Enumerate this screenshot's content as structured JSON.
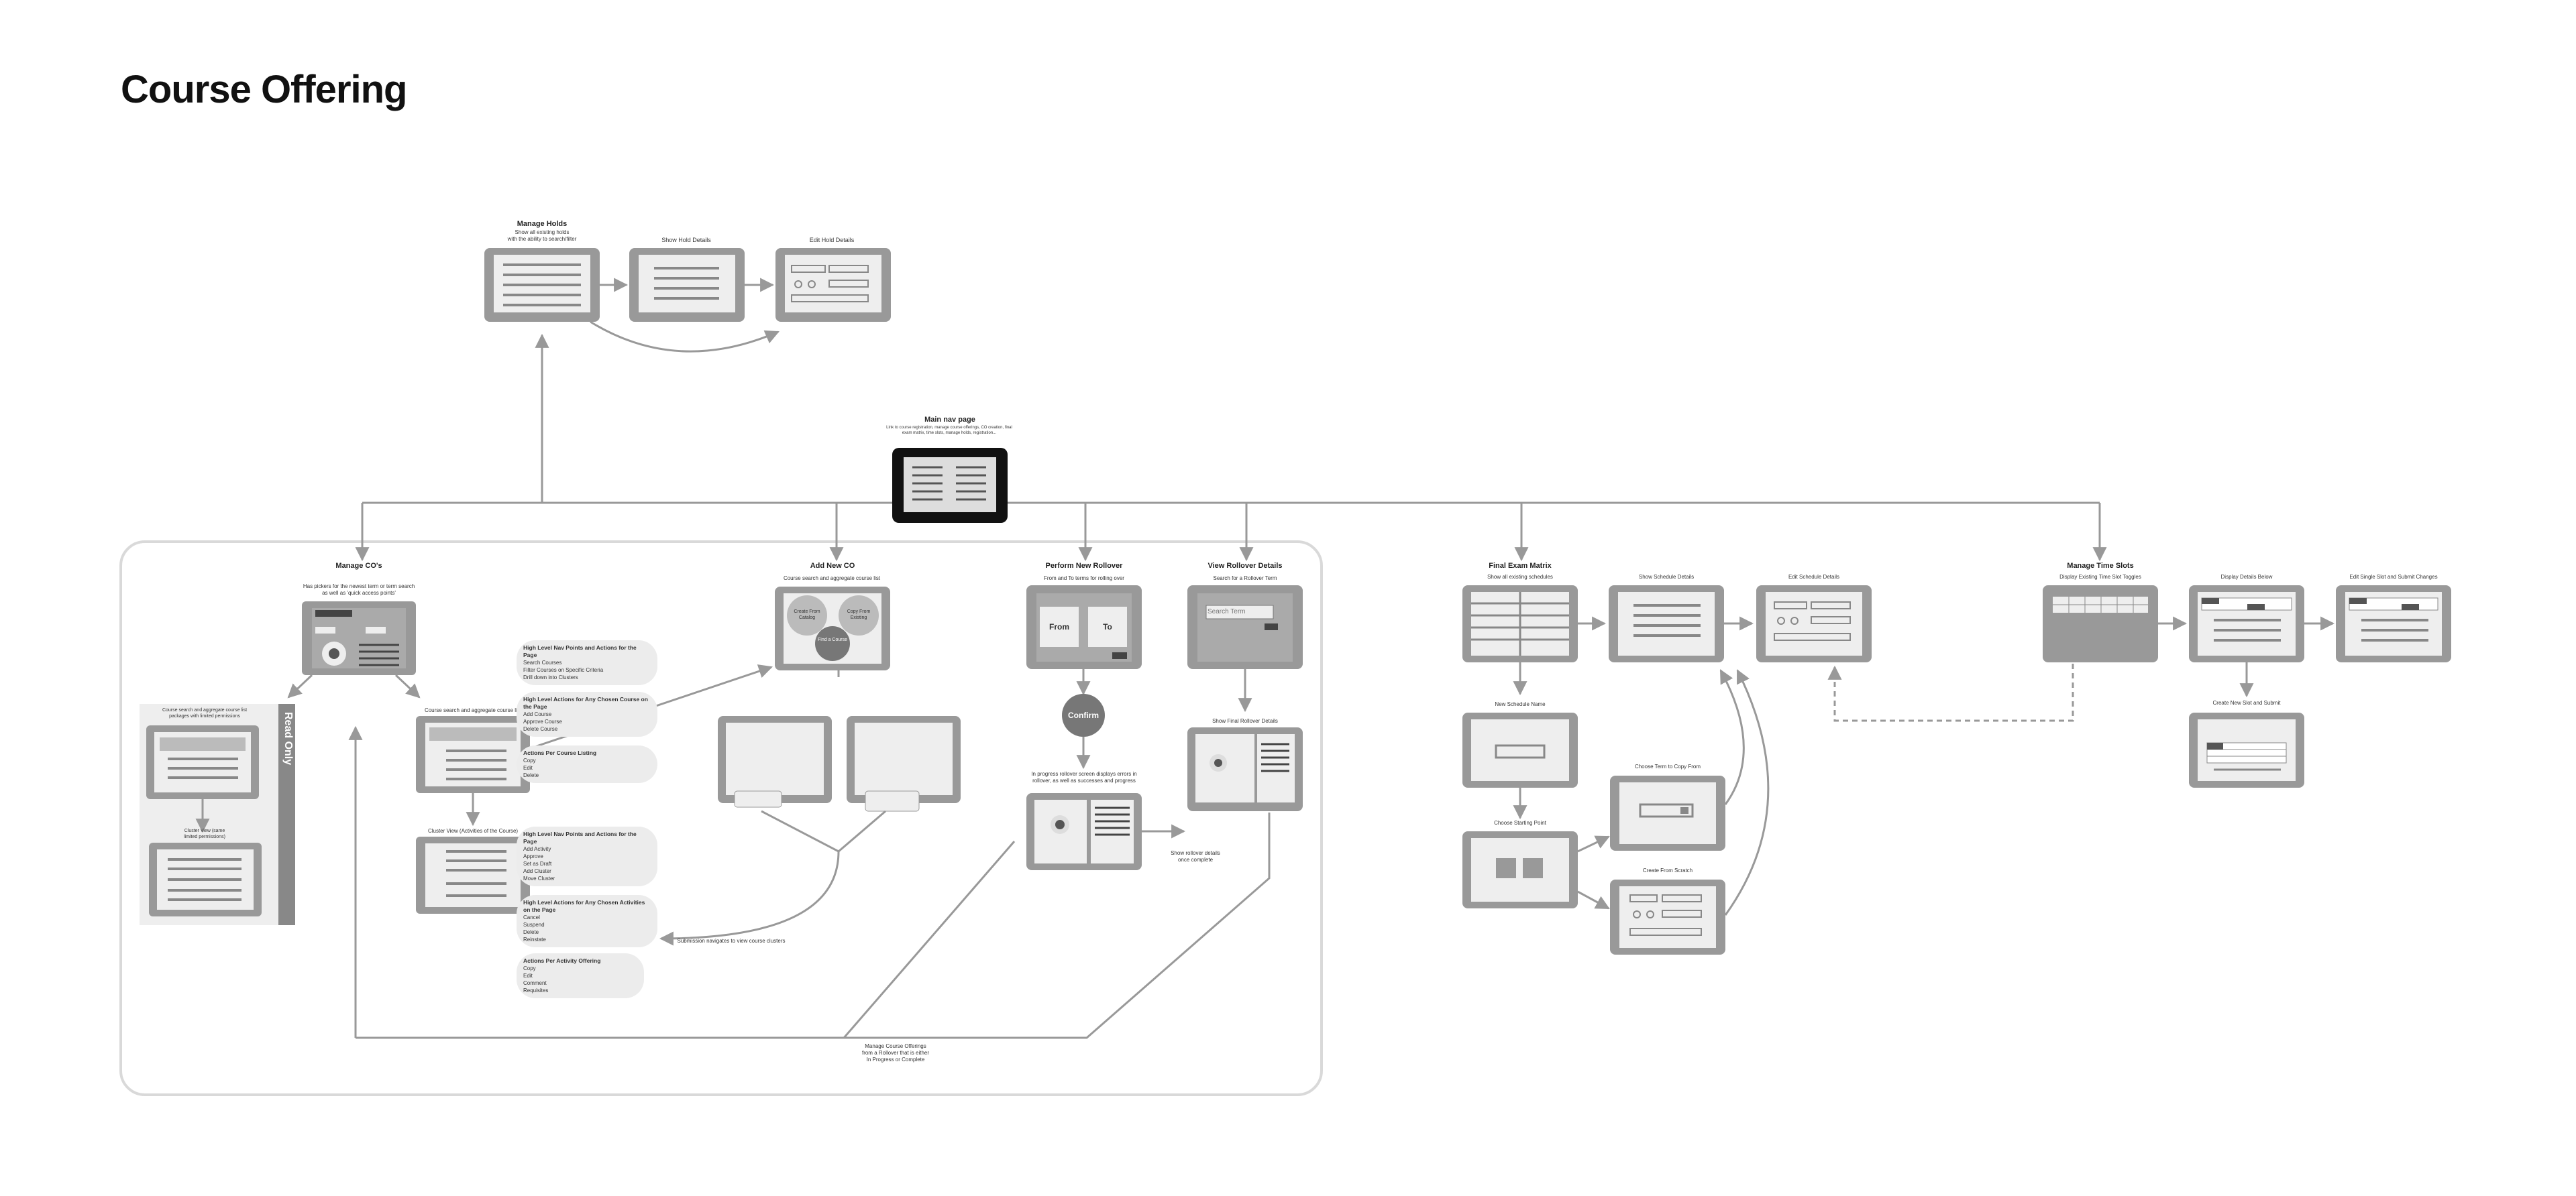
{
  "page_title": "Course Offering",
  "nodes": {
    "manage_holds": {
      "title": "Manage Holds",
      "desc": "Show all existing holds\nwith the ability to search/filter"
    },
    "show_hold_details": {
      "title": "Show Hold Details"
    },
    "edit_hold_details": {
      "title": "Edit Hold Details"
    },
    "main_nav": {
      "title": "Main nav page",
      "desc": "Link to course registration, manage course offerings, CO creation, final exam matrix, time slots, manage holds, registration..."
    },
    "manage_cos": {
      "title": "Manage CO's",
      "desc": "Has pickers for the newest term or term search\nas well as 'quick access points'"
    },
    "read_only": {
      "title": "Read Only",
      "course_search": "Course search and aggregate course list\npackages with limited permissions",
      "cluster_view": "Cluster View (same\nlimited permissions)"
    },
    "course_search": {
      "title": "Course search and aggregate course list"
    },
    "cluster_view": {
      "title": "Cluster View (Activities of the Course)"
    },
    "add_new_co": {
      "title": "Add New CO",
      "desc": "Course search and aggregate course list",
      "from_catalog": "Create From Catalog",
      "copy_existing": "Copy From Existing",
      "find_course": "Find a Course"
    },
    "perform_rollover": {
      "title": "Perform New Rollover",
      "desc": "From and To terms for rolling over",
      "from": "From",
      "to": "To",
      "confirm": "Confirm",
      "progress": "In progress rollover screen displays errors in\nrollover, as well as successes and progress"
    },
    "view_rollover": {
      "title": "View Rollover Details",
      "desc": "Search for a Rollover Term",
      "search": "Search Term",
      "final": "Show Final Rollover Details",
      "note": "Show rollover details\nonce complete"
    },
    "final_exam": {
      "title": "Final Exam Matrix",
      "desc": "Show all existing schedules",
      "show": "Show Schedule Details",
      "edit": "Edit Schedule Details",
      "new_name": "New Schedule Name",
      "start": "Choose Starting Point",
      "copy": "Choose Term to Copy From",
      "scratch": "Create From Scratch"
    },
    "time_slots": {
      "title": "Manage Time Slots",
      "desc": "Display Existing Time Slot Toggles",
      "display": "Display Details Below",
      "edit": "Edit Single Slot and Submit Changes",
      "create": "Create New Slot and Submit"
    }
  },
  "bubbles": {
    "b1": {
      "head": "High Level Nav Points and Actions for the Page",
      "items": [
        "Search Courses",
        "Filter Courses on Specific Criteria",
        "Drill down into Clusters"
      ]
    },
    "b2": {
      "head": "High Level Actions for Any Chosen Course on the Page",
      "items": [
        "Add Course",
        "Approve Course",
        "Delete Course"
      ]
    },
    "b3": {
      "head": "Actions Per Course Listing",
      "items": [
        "Copy",
        "Edit",
        "Delete"
      ]
    },
    "b4": {
      "head": "High Level Nav Points and Actions for the Page",
      "items": [
        "Add Activity",
        "Approve",
        "Set as Draft",
        "Add Cluster",
        "Move Cluster"
      ]
    },
    "b5": {
      "head": "High Level Actions for Any Chosen Activities on the Page",
      "items": [
        "Cancel",
        "Suspend",
        "Delete",
        "Reinstate"
      ]
    },
    "b6": {
      "head": "Actions Per Activity Offering",
      "items": [
        "Copy",
        "Edit",
        "Comment",
        "Requisites"
      ]
    }
  },
  "notes": {
    "submit": "Submission navigates to view course clusters",
    "manage_rollover": "Manage Course Offerings\nfrom a Rollover that is either\nIn Progress or Complete"
  }
}
